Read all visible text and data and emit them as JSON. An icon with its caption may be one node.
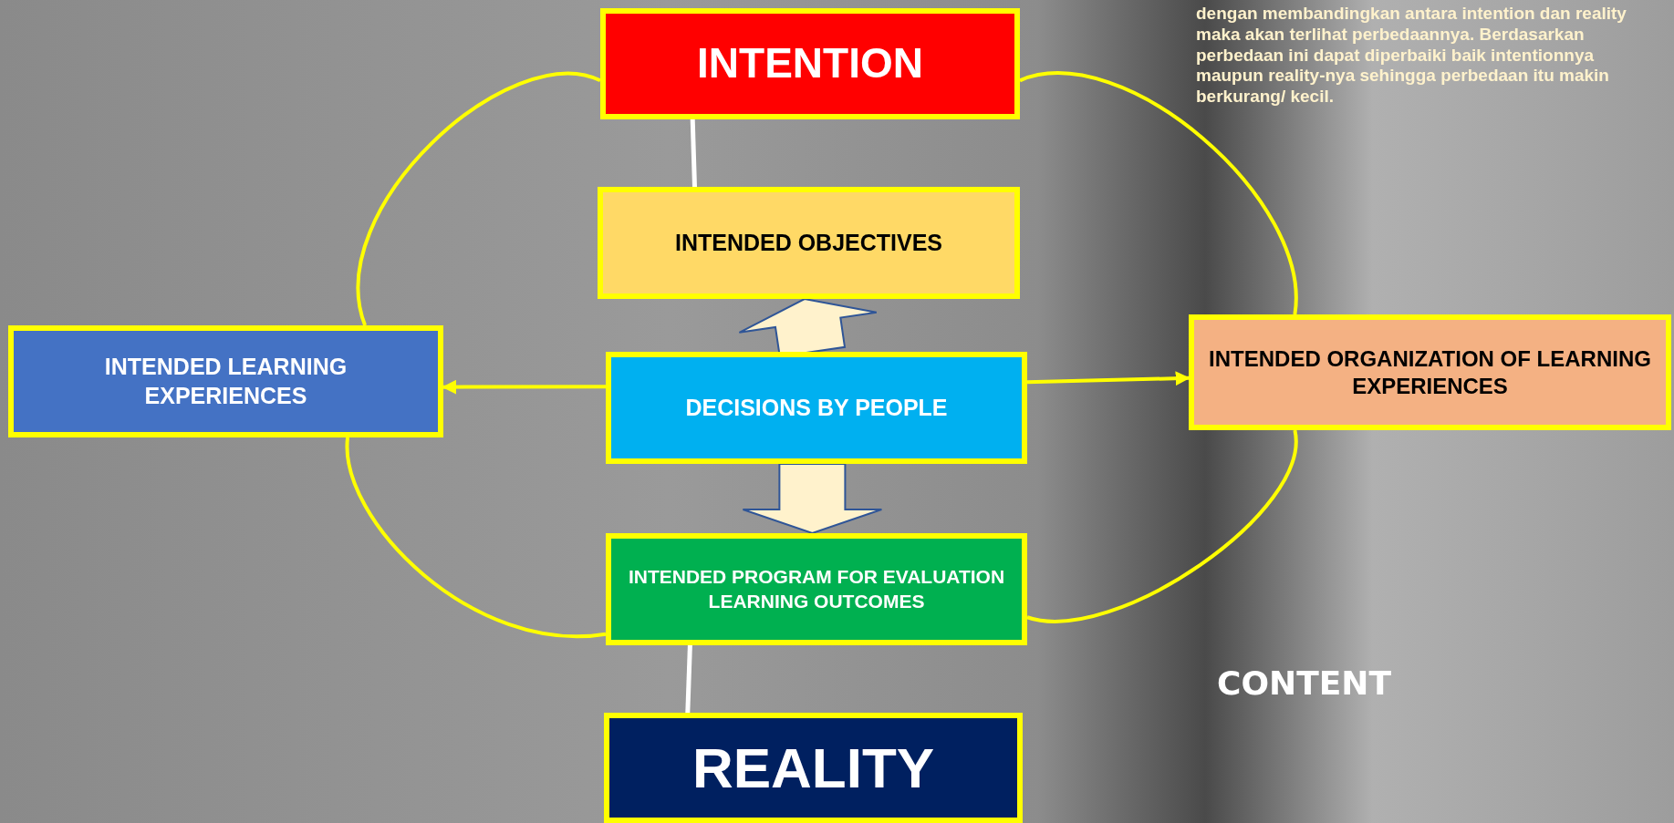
{
  "diagram": {
    "nodes": [
      {
        "text": [
          "INTENTION"
        ]
      },
      {
        "text": [
          "INTENDED OBJECTIVES"
        ]
      },
      {
        "text": [
          "INTENDED LEARNING  EXPERIENCES"
        ]
      },
      {
        "text": [
          "DECISIONS BY PEOPLE"
        ]
      },
      {
        "text": [
          "INTENDED ORGANIZATION OF LEARNING EXPERIENCES"
        ]
      },
      {
        "text": [
          "INTENDED PROGRAM FOR EVALUATION LEARNING OUTCOMES"
        ]
      },
      {
        "text": [
          "REALITY"
        ]
      }
    ],
    "edges": [
      {
        "from": 0,
        "to": 1,
        "arrow": "none",
        "color": "#ffffff"
      },
      {
        "from": 3,
        "to": 1,
        "arrow": "to",
        "style": "thick",
        "color": "#fff2cc"
      },
      {
        "from": 3,
        "to": 2,
        "arrow": "to"
      },
      {
        "from": 3,
        "to": 4,
        "arrow": "to"
      },
      {
        "from": 3,
        "to": 5,
        "arrow": "to",
        "style": "thick",
        "color": "#fff2cc"
      },
      {
        "from": 5,
        "to": 6,
        "arrow": "none",
        "color": "#ffffff"
      },
      {
        "from": 0,
        "to": 2,
        "arrow": "none"
      },
      {
        "from": 0,
        "to": 4,
        "arrow": "none"
      },
      {
        "from": 2,
        "to": 5,
        "arrow": "none"
      },
      {
        "from": 4,
        "to": 5,
        "arrow": "none"
      }
    ],
    "labels": [
      "dengan membandingkan antara intention dan reality maka akan terlihat perbedaannya. Berdasarkan perbedaan ini dapat diperbaiki baik intentionnya maupun reality-nya sehingga perbedaan itu makin berkurang/ kecil.",
      "CONTENT"
    ]
  }
}
